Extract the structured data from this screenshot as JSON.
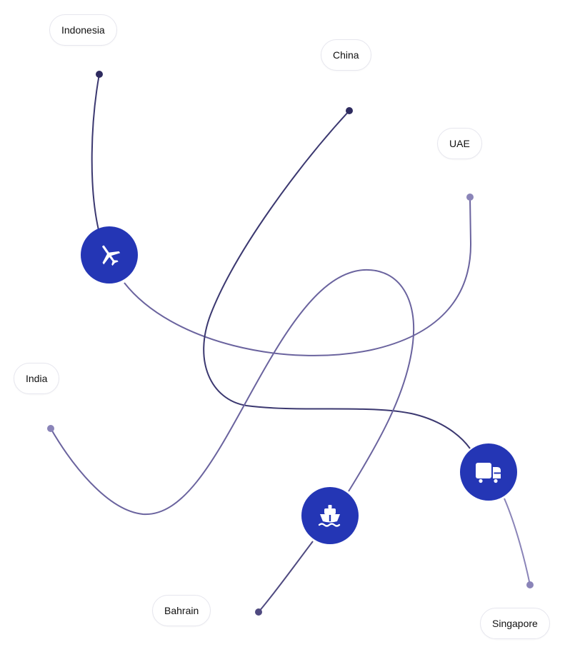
{
  "locations": {
    "indonesia": "Indonesia",
    "china": "China",
    "uae": "UAE",
    "india": "India",
    "bahrain": "Bahrain",
    "singapore": "Singapore"
  },
  "hubs": {
    "air": {
      "icon": "airplane-icon"
    },
    "sea": {
      "icon": "ship-icon"
    },
    "land": {
      "icon": "truck-icon"
    }
  },
  "colors": {
    "hub": "#2436B5",
    "route_dark": "#3B3870",
    "route_mid": "#6A639E",
    "route_light": "#8A84B8",
    "label_border": "#E6E6EE"
  }
}
